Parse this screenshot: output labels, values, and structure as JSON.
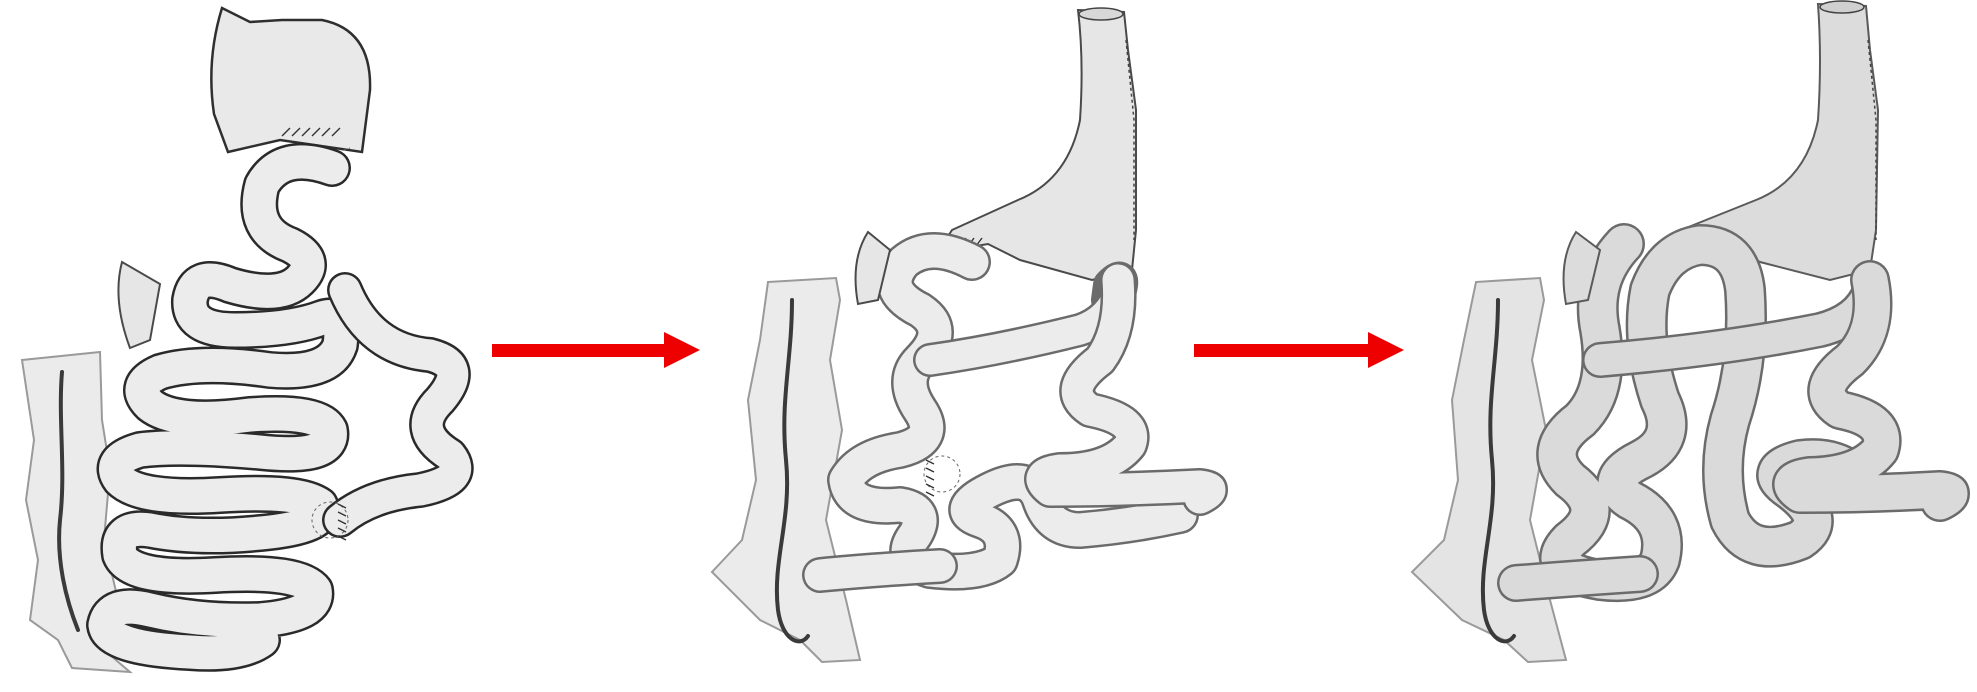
{
  "diagram": {
    "panels": [
      {
        "id": "panel-1",
        "stage": "before"
      },
      {
        "id": "panel-2",
        "stage": "intermediate"
      },
      {
        "id": "panel-3",
        "stage": "after"
      }
    ],
    "arrows": [
      {
        "from": "panel-1",
        "to": "panel-2",
        "color": "#ee0000"
      },
      {
        "from": "panel-2",
        "to": "panel-3",
        "color": "#ee0000"
      }
    ],
    "colors": {
      "arrow": "#ee0000",
      "organ_fill": "#e6e6e6",
      "outline": "#2a2a2a"
    }
  }
}
